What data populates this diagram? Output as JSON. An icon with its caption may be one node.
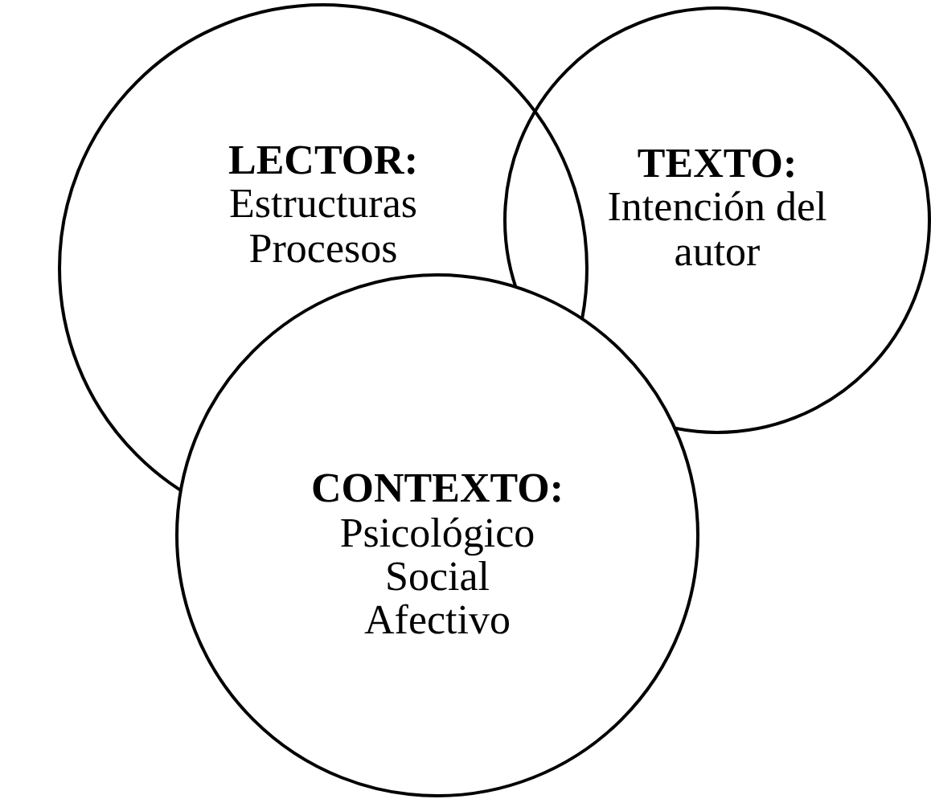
{
  "diagram": {
    "nodes": [
      {
        "text": [
          "LECTOR:",
          "Estructuras Procesos"
        ]
      },
      {
        "text": [
          "TEXTO:",
          "Intención del autor"
        ]
      },
      {
        "text": [
          "CONTEXTO:",
          "Psicológico Social Afectivo"
        ]
      }
    ]
  }
}
